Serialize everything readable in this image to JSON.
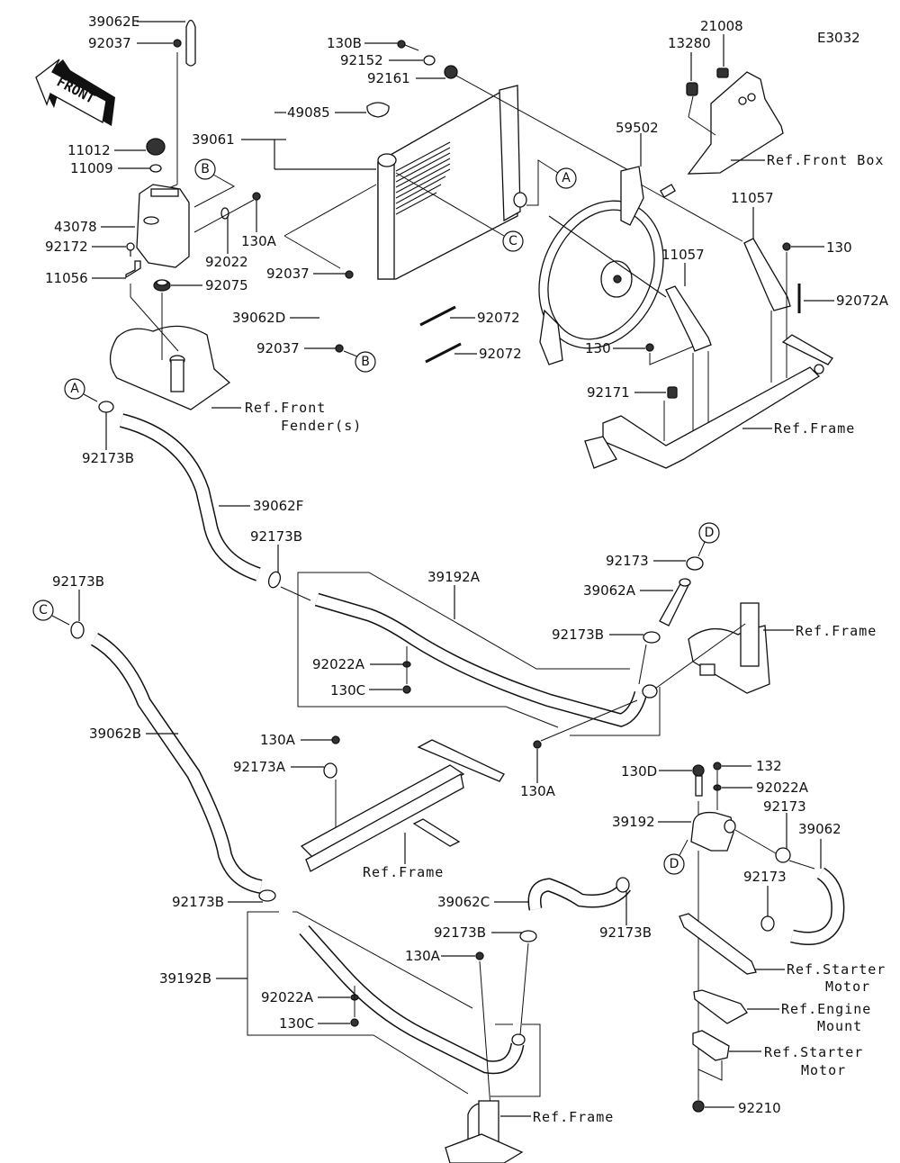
{
  "diagram": {
    "code": "E3032",
    "front_arrow": "FRONT",
    "callouts": {
      "a1": "A",
      "a2": "A",
      "b1": "B",
      "b2": "B",
      "c1": "C",
      "c2": "C",
      "d1": "D",
      "d2": "D"
    },
    "parts": {
      "p39062E": "39062E",
      "p92037_top": "92037",
      "p11012": "11012",
      "p11009": "11009",
      "p43078": "43078",
      "p92172": "92172",
      "p11056": "11056",
      "p92022": "92022",
      "p130A_tank": "130A",
      "p92075": "92075",
      "p130B": "130B",
      "p92152": "92152",
      "p92161": "92161",
      "p49085": "49085",
      "p39061": "39061",
      "p92037_mid": "92037",
      "p39062D": "39062D",
      "p92037_low": "92037",
      "p92072_1": "92072",
      "p92072_2": "92072",
      "p13280": "13280",
      "p21008": "21008",
      "p59502": "59502",
      "p11057_r": "11057",
      "p11057_l": "11057",
      "p130_r": "130",
      "p130_l": "130",
      "p92072A": "92072A",
      "p92171": "92171",
      "p92173B_a": "92173B",
      "p39062F": "39062F",
      "p92173B_f": "92173B",
      "p39192A": "39192A",
      "p92173_d": "92173",
      "p39062A": "39062A",
      "p92173B_mid": "92173B",
      "p92022A_1": "92022A",
      "p130C_1": "130C",
      "p130A_pipe": "130A",
      "p92173B_c": "92173B",
      "p39062B": "39062B",
      "p130A_frame": "130A",
      "p92173A": "92173A",
      "p130D": "130D",
      "p132": "132",
      "p92022A_2": "92022A",
      "p39192": "39192",
      "p92173_1": "92173",
      "p39062": "39062",
      "p92173_2": "92173",
      "p92173B_b": "92173B",
      "p39062C": "39062C",
      "p92173B_c2": "92173B",
      "p92173B_r": "92173B",
      "p130A_low": "130A",
      "p39192B": "39192B",
      "p92022A_3": "92022A",
      "p130C_2": "130C",
      "p92210": "92210"
    },
    "references": {
      "front_box": "Ref.Front Box",
      "front_fender_1": "Ref.Front",
      "front_fender_2": "Fender(s)",
      "frame_top": "Ref.Frame",
      "frame_mid_right": "Ref.Frame",
      "frame_center": "Ref.Frame",
      "frame_bottom": "Ref.Frame",
      "starter_motor_1a": "Ref.Starter",
      "starter_motor_1b": "Motor",
      "engine_mount_a": "Ref.Engine",
      "engine_mount_b": "Mount",
      "starter_motor_2a": "Ref.Starter",
      "starter_motor_2b": "Motor"
    }
  }
}
